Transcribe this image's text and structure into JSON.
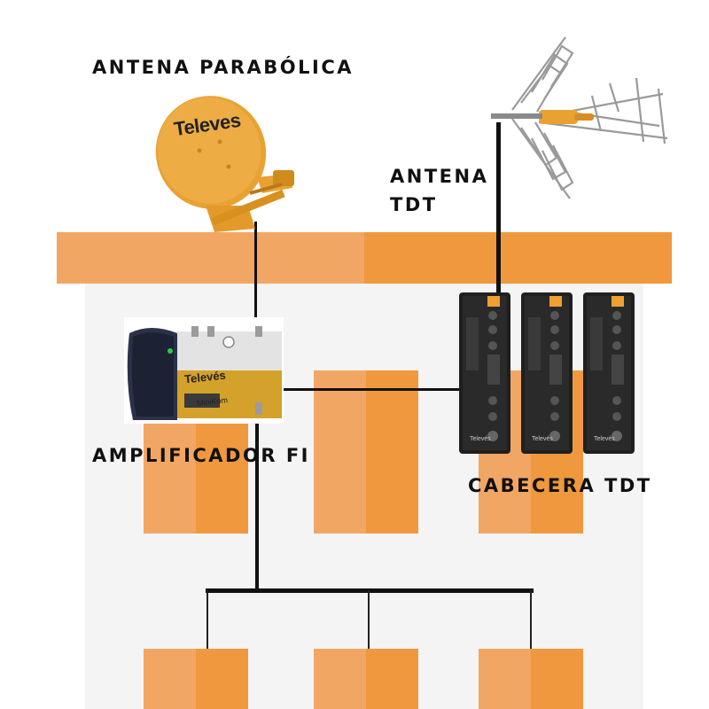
{
  "labels": {
    "dish": "ANTENA PARABÓLICA",
    "tdt_antenna_line1": "ANTENA",
    "tdt_antenna_line2": "TDT",
    "amplifier": "AMPLIFICADOR FI",
    "headend": "CABECERA TDT"
  },
  "brand": {
    "dish_logo": "Televes",
    "amplifier_logo": "Televés",
    "amplifier_model": "MiniKom",
    "module_brand": "Televés"
  },
  "colors": {
    "building_wall": "#f4f4f4",
    "roof": "#f0a15a",
    "orange_light": "#f2a663",
    "orange_dark": "#f0983e",
    "dish": "#e9a232",
    "wire": "#111111"
  }
}
